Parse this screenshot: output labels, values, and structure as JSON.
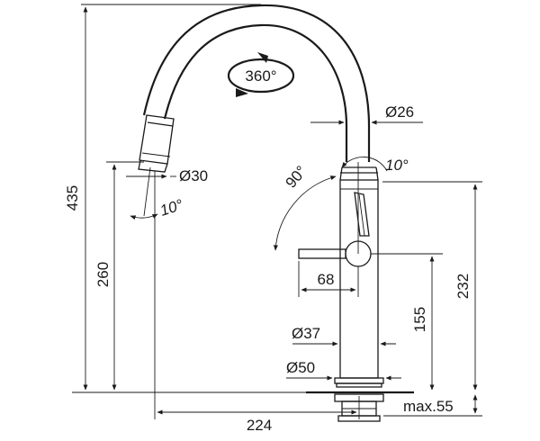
{
  "labels": {
    "height_total": "435",
    "height_spout_outlet": "260",
    "reach": "224",
    "rotation": "360°",
    "spout_diameter": "Ø26",
    "spray_diameter": "Ø30",
    "spray_angle": "10°",
    "lever_tilt_angle": "10°",
    "lever_swing_angle": "90°",
    "lever_length": "68",
    "lever_height": "155",
    "body_height": "232",
    "body_diameter": "Ø37",
    "base_diameter": "Ø50",
    "deck_thickness": "max.55"
  },
  "colors": {
    "line": "#1a1a1a",
    "background": "#ffffff"
  },
  "icons": {
    "rotation": "rotation-arrow-icon"
  }
}
